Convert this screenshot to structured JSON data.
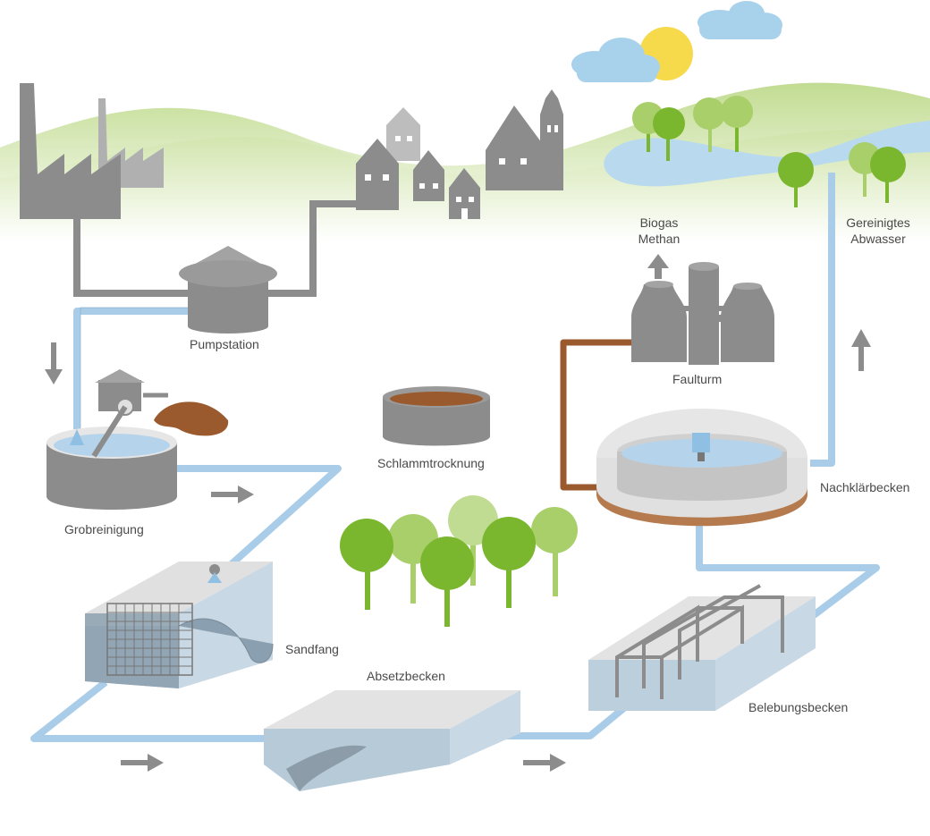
{
  "labels": {
    "pumpstation": "Pumpstation",
    "grobreinigung": "Grobreinigung",
    "schlammtrocknung": "Schlammtrocknung",
    "sandfang": "Sandfang",
    "absetzbecken": "Absetzbecken",
    "belebungsbecken": "Belebungsbecken",
    "nachklaerbecken": "Nachklärbecken",
    "faulturm": "Faulturm",
    "biogas_line1": "Biogas",
    "biogas_line2": "Methan",
    "abwasser_line1": "Gereinigtes",
    "abwasser_line2": "Abwasser"
  },
  "colors": {
    "hill_green": "#cfe3a8",
    "building_gray": "#8c8c8c",
    "tank_gray": "#8a8a8a",
    "water_blue": "#b5d3ea",
    "pipe_blue": "#a9cde8",
    "sludge_brown": "#9a5a2e",
    "tree_green": "#7ab62e",
    "tree_light_green": "#a8cf6a",
    "sun_yellow": "#f7d94c",
    "cloud_blue": "#a8d2ec"
  },
  "icons": [
    "factory-icon",
    "house-icon",
    "church-icon",
    "sun-icon",
    "cloud-icon",
    "tree-icon",
    "flow-arrow-icon"
  ]
}
